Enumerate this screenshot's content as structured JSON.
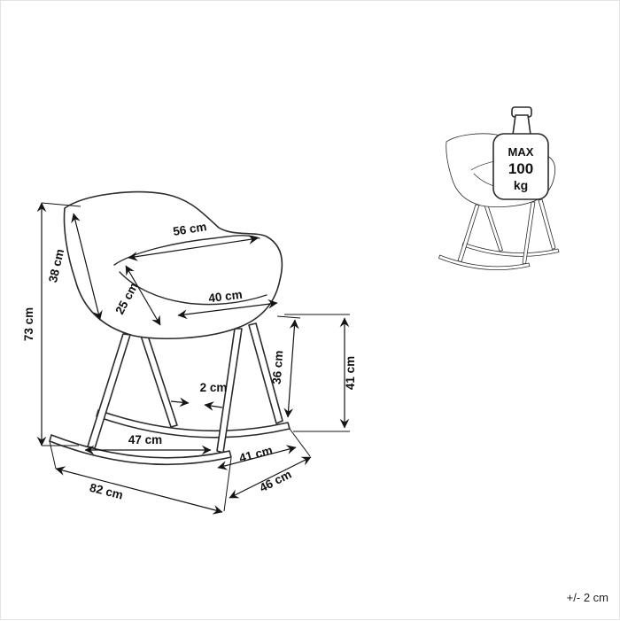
{
  "page": {
    "background": "#ffffff",
    "line_color": "#2b2b2b",
    "unit": "cm"
  },
  "dimensions": {
    "overall_height": "73 cm",
    "backrest_height": "38 cm",
    "seat_top_width": "56 cm",
    "seat_depth": "25 cm",
    "seat_inner_width": "40 cm",
    "seat_height": "36 cm",
    "side_floor_height": "41 cm",
    "rocker_gap": "2 cm",
    "rocker_inner_span": "47 cm",
    "base_depth": "41 cm",
    "base_length": "82 cm",
    "base_width": "46 cm"
  },
  "max_load_badge": {
    "line1": "MAX",
    "line2": "100",
    "line3": "kg"
  },
  "tolerance_note": "+/- 2 cm"
}
